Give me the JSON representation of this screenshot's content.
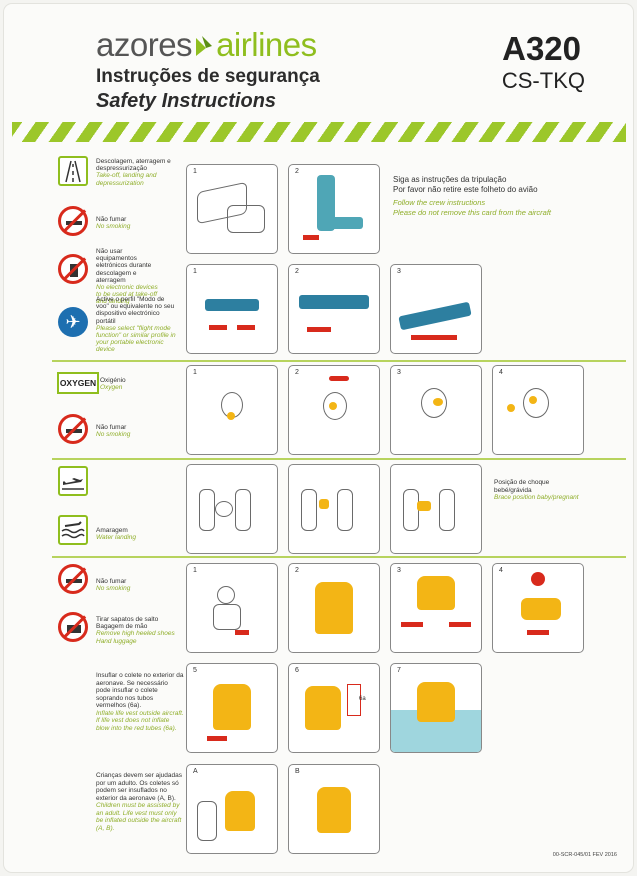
{
  "header": {
    "brand_left": "azores",
    "brand_right": "airlines",
    "title_pt": "Instruções de segurança",
    "title_en": "Safety Instructions",
    "aircraft_model": "A320",
    "registration": "CS-TKQ"
  },
  "crew_note": {
    "pt1": "Siga as instruções da tripulação",
    "pt2": "Por favor não retire este folheto do avião",
    "en1": "Follow the crew instructions",
    "en2": "Please do not remove this card from the aircraft"
  },
  "icons": {
    "takeoff": {
      "pt": "Descolagem, aterragem e despressurização",
      "en": "Take-off, landing and depressurization"
    },
    "no_smoking_1": {
      "pt": "Não fumar",
      "en": "No smoking"
    },
    "electronic": {
      "pt": "Não usar equipamentos eletrónicos durante descolagem e aterragem",
      "en": "No electronic devices to be used at take-off and landing"
    },
    "flight_mode": {
      "pt": "Active o perfil \"Modo de voo\" ou equivalente no seu dispositivo electrónico portátil",
      "en": "Please select \"flight mode function\" or similar profile in your portable electronic device"
    },
    "oxygen_label": "OXYGEN",
    "oxygen": {
      "pt": "Oxigénio",
      "en": "Oxygen"
    },
    "no_smoking_2": {
      "pt": "Não fumar",
      "en": "No smoking"
    },
    "ditching": {
      "pt": "Amaragem",
      "en": "Water landing"
    },
    "no_smoking_3": {
      "pt": "Não fumar",
      "en": "No smoking"
    },
    "shoes": {
      "pt": "Tirar sapatos de salto Bagagem de mão",
      "en": "Remove high heeled shoes Hand luggage"
    }
  },
  "brace": {
    "pt": "Posição de choque bebé/grávida",
    "en": "Brace position baby/pregnant"
  },
  "inflate": {
    "pt": "Insuflar o colete no exterior da aeronave. Se necessário pode insuflar o colete soprando nos tubos vermelhos (6a).",
    "en": "Inflate life vest outside aircraft. If life vest does not inflate blow into the red tubes (6a)."
  },
  "children": {
    "pt": "Crianças devem ser ajudadas por um adulto. Os coletes só podem ser insuflados no exterior da aeronave (A, B).",
    "en": "Children must be assisted by an adult. Life vest must only be inflated outside the aircraft (A, B)."
  },
  "panel_numbers": {
    "seat": [
      "1",
      "2"
    ],
    "belt": [
      "1",
      "2",
      "3"
    ],
    "oxygen": [
      "1",
      "2",
      "3",
      "4"
    ],
    "vest": [
      "1",
      "2",
      "3",
      "4"
    ],
    "inflate": [
      "5",
      "6",
      "7"
    ],
    "child": [
      "A",
      "B"
    ],
    "tube_label": "6a"
  },
  "doc_ref": "00-SCR-045/01 FEV 2016",
  "colors": {
    "accent": "#8fbe1e",
    "warning": "#d82a1c",
    "vest": "#f3b515",
    "plane": "#1d6fb0"
  }
}
